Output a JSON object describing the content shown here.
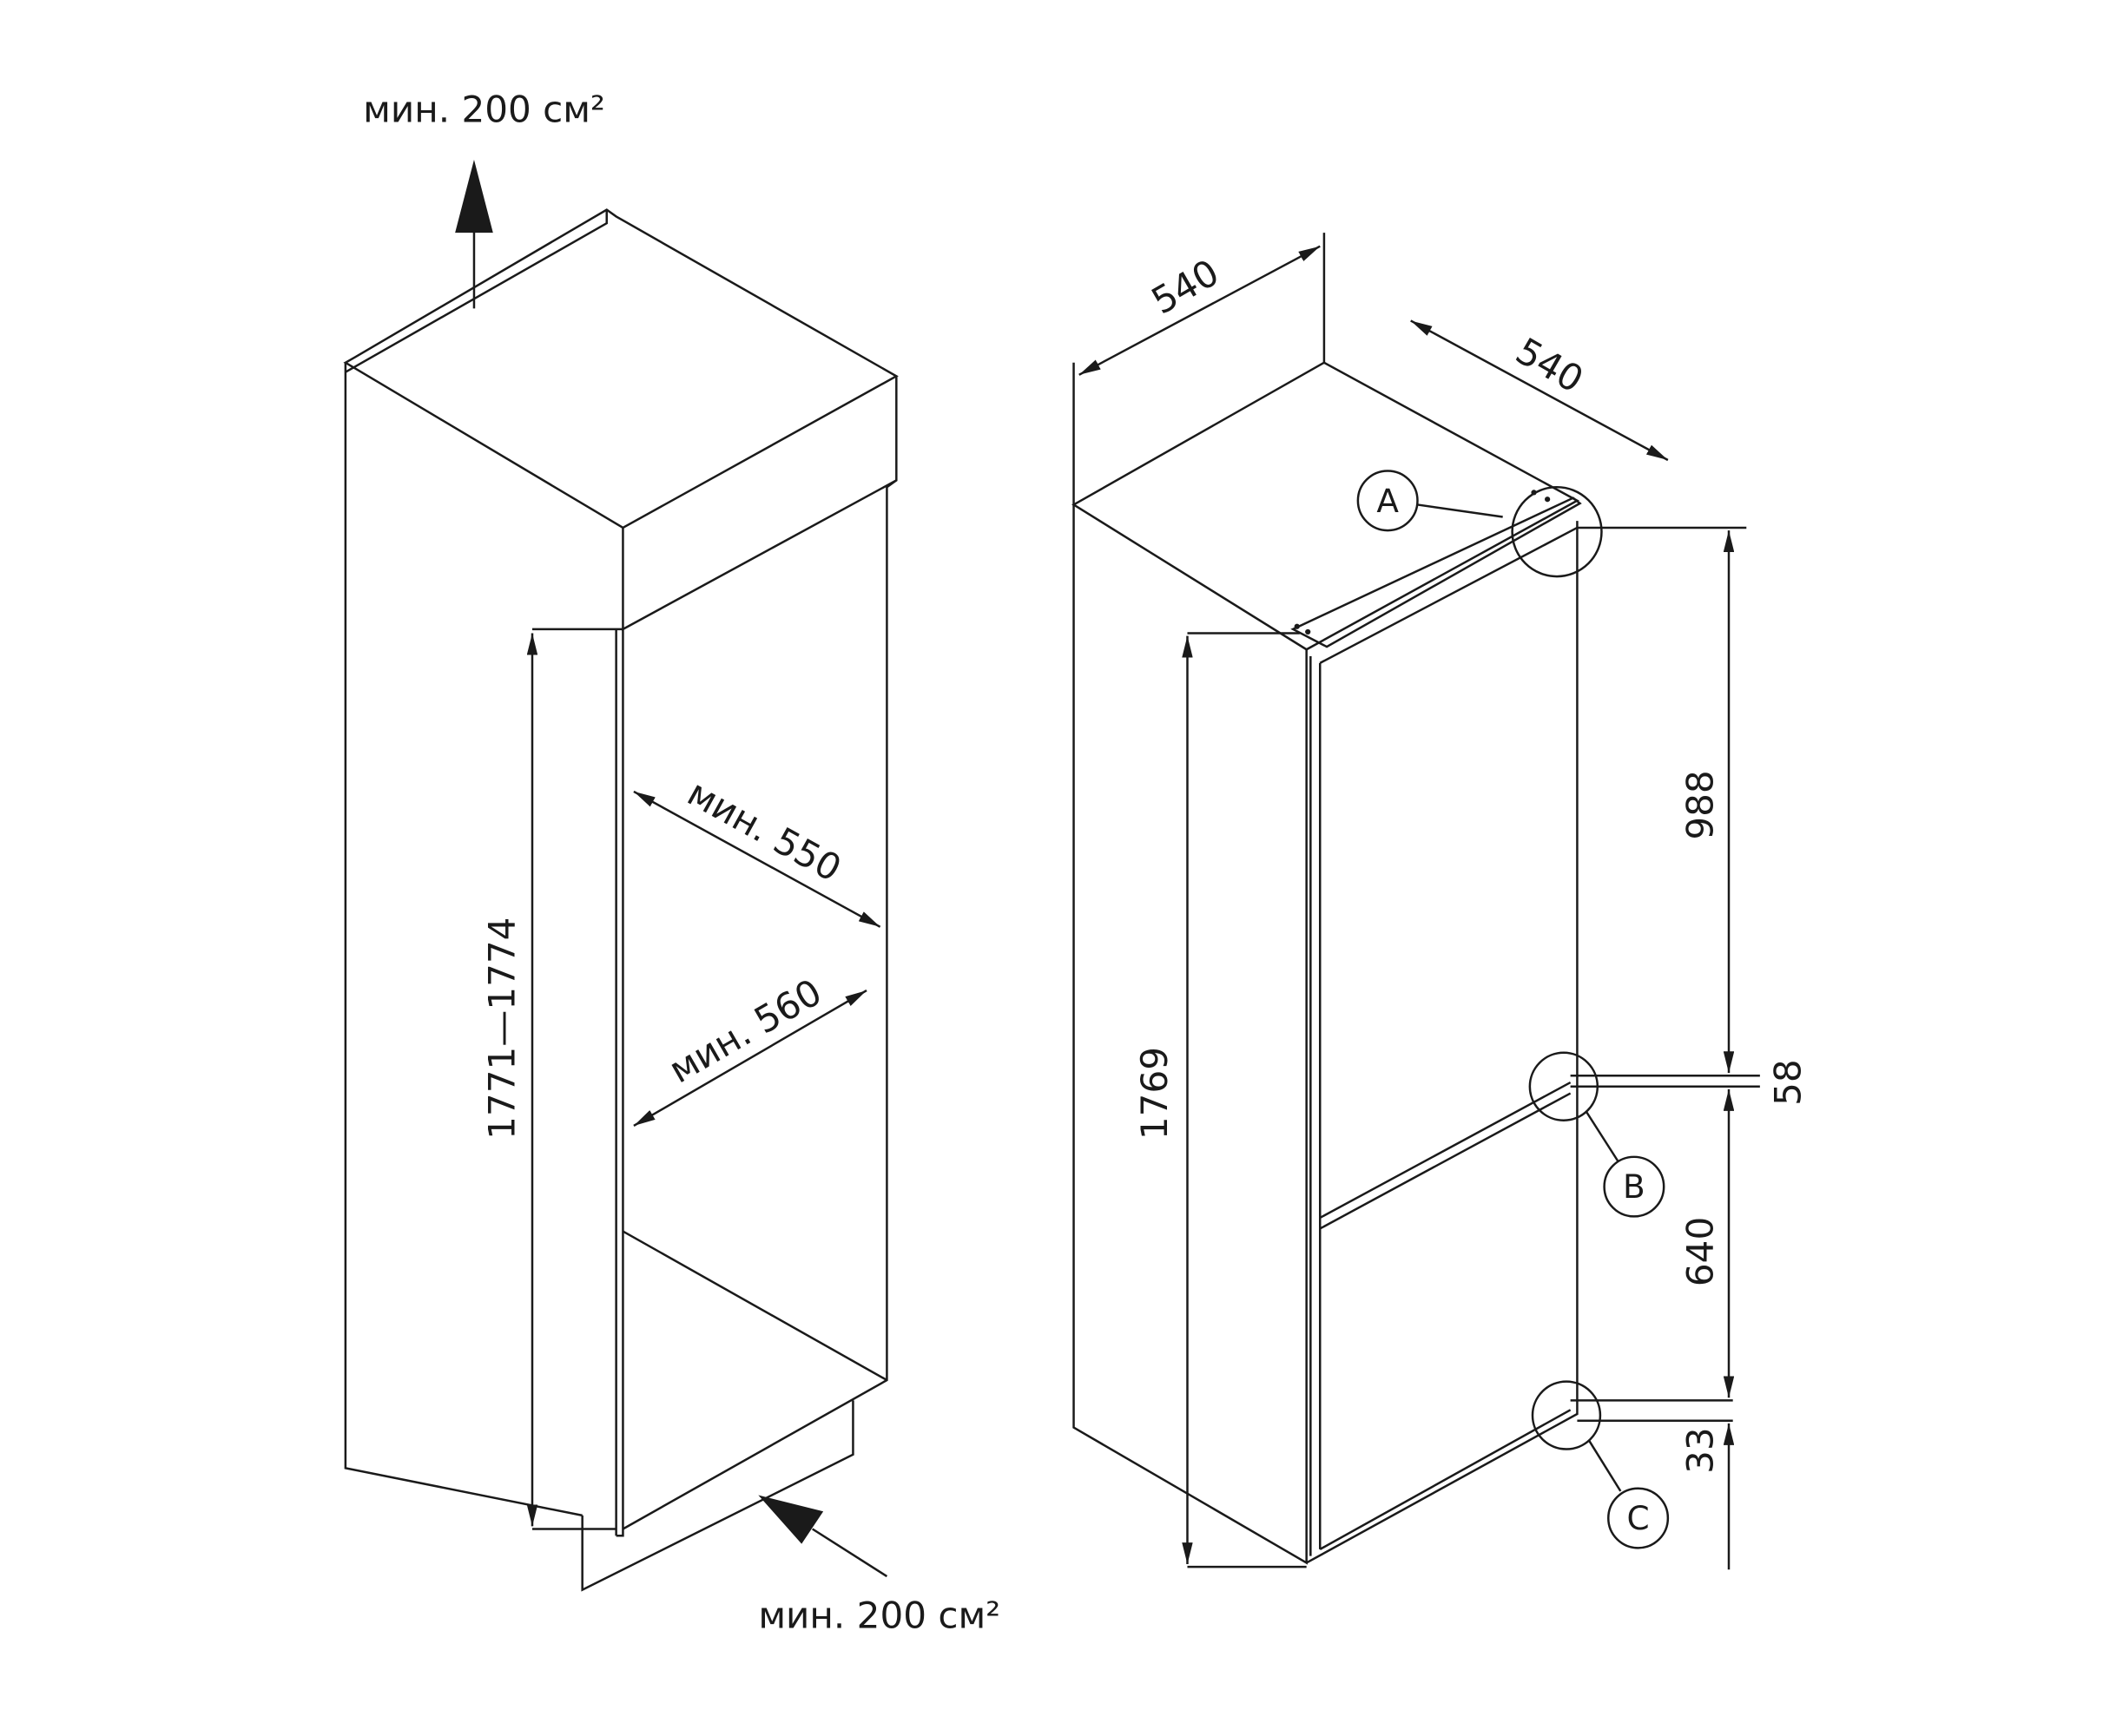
{
  "left_drawing": {
    "top_vent_label": "мин. 200 см²",
    "bottom_vent_label": "мин. 200 см²",
    "niche_height": "1771—1774",
    "niche_depth": "мин. 550",
    "niche_width": "мин. 560"
  },
  "right_drawing": {
    "width": "540",
    "depth": "540",
    "height": "1769",
    "upper_door": "988",
    "gap": "58",
    "lower_door": "640",
    "bottom": "33",
    "callouts": [
      "A",
      "B",
      "C"
    ]
  }
}
